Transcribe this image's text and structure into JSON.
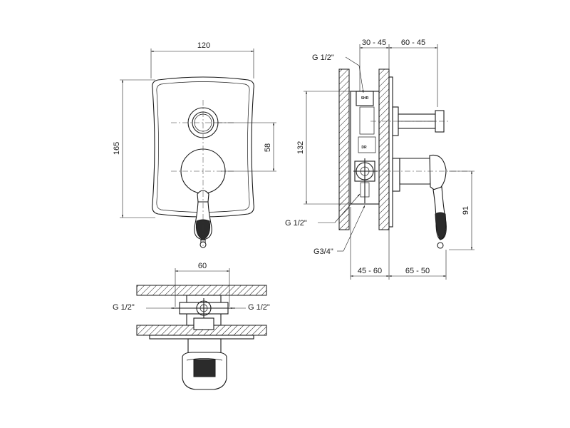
{
  "front_view": {
    "width_label": "120",
    "height_label": "165",
    "center_distance_label": "58"
  },
  "side_view": {
    "top_left_dim": "30 - 45",
    "top_right_dim": "60 - 45",
    "bottom_left_dim": "45 - 60",
    "bottom_right_dim": "65 - 50",
    "height_label": "132",
    "lever_height_label": "91",
    "conn_top_label": "G 1/2\"",
    "conn_bottom_label": "G 1/2\"",
    "outlet_label": "G3/4\"",
    "marking_shr": "SHR",
    "marking_dr": "DR"
  },
  "bottom_view": {
    "width_label": "60",
    "left_conn_label": "G 1/2\"",
    "right_conn_label": "G 1/2\""
  }
}
